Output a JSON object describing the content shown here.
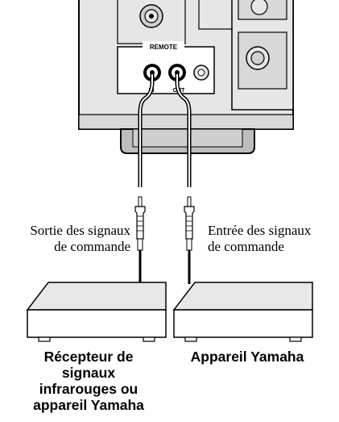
{
  "panel": {
    "remote_label": "REMOTE",
    "in_label": "IN",
    "out_label": "OUT"
  },
  "labels": {
    "left_signal": [
      "Sortie des signaux",
      "de commande"
    ],
    "right_signal": [
      "Entrée des signaux",
      "de commande"
    ]
  },
  "devices": {
    "left": [
      "Récepteur de",
      "signaux",
      "infrarouges ou",
      "appareil Yamaha"
    ],
    "right": "Appareil Yamaha"
  }
}
